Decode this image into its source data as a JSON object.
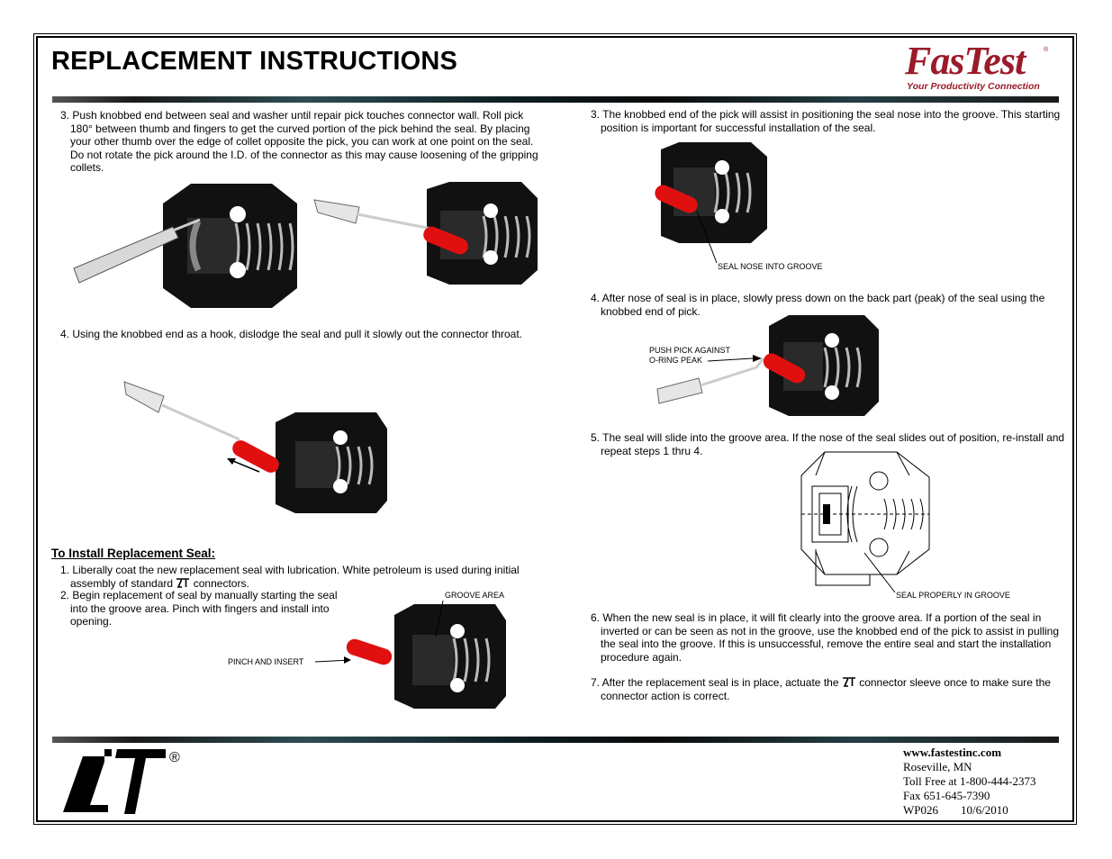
{
  "header": {
    "title": "REPLACEMENT INSTRUCTIONS",
    "logo_word": "FasTest",
    "logo_reg": "®",
    "logo_tagline": "Your Productivity Connection"
  },
  "left": {
    "step3": "3.  Push knobbed end between seal and washer until repair pick touches connector wall. Roll pick 180° between thumb and fingers to get the curved portion of the pick behind the seal. By placing your other thumb over the edge of collet opposite the pick, you can work at one point on the seal. Do not rotate the pick around the I.D. of the connector as this may cause loosening of the gripping collets.",
    "step4": "4.  Using the knobbed end as a hook, dislodge the seal and pull it slowly out the connector throat.",
    "install_heading": "To Install Replacement Seal:",
    "install1_a": "1.  Liberally coat the new replacement seal with lubrication. White petroleum is used during initial assembly of standard",
    "install1_b": "connectors.",
    "install2": "2.  Begin replacement of seal by manually starting the seal into the groove area. Pinch with fingers and install into opening.",
    "callout_groove": "GROOVE AREA",
    "callout_pinch": "PINCH AND INSERT"
  },
  "right": {
    "step3": "3.  The knobbed end of the pick will assist in positioning the seal nose into the groove. This starting position is important for successful installation of the seal.",
    "callout_nose": "SEAL NOSE INTO GROOVE",
    "step4": "4.  After nose of seal is in place, slowly press down on the back part (peak) of the seal using the knobbed end of pick.",
    "callout_push_1": "PUSH PICK AGAINST",
    "callout_push_2": "O-RING PEAK",
    "step5": "5.  The seal will slide into the groove area. If the nose of the seal slides out of position, re-install and repeat steps 1 thru 4.",
    "callout_proper": "SEAL PROPERLY IN GROOVE",
    "step6": "6.  When the new seal is in place, it will fit clearly into the groove area. If a portion of the seal in inverted or can be seen as not in the groove, use the knobbed end of the pick to assist in pulling the seal into the groove. If this is unsuccessful, remove the entire seal and start the installation procedure again.",
    "step7_a": "7.  After the replacement seal is in place, actuate the",
    "step7_b": "connector sleeve once to make sure the connector action is correct."
  },
  "footer": {
    "logo_reg": "®",
    "url": "www.fastestinc.com",
    "city": "Roseville, MN",
    "tollfree": "Toll Free at 1-800-444-2373",
    "fax": "Fax 651-645-7390",
    "doc_id": "WP026",
    "date": "10/6/2010"
  },
  "colors": {
    "seal_red": "#e01010",
    "logo_red": "#9b1b2a",
    "body_black": "#111111"
  }
}
